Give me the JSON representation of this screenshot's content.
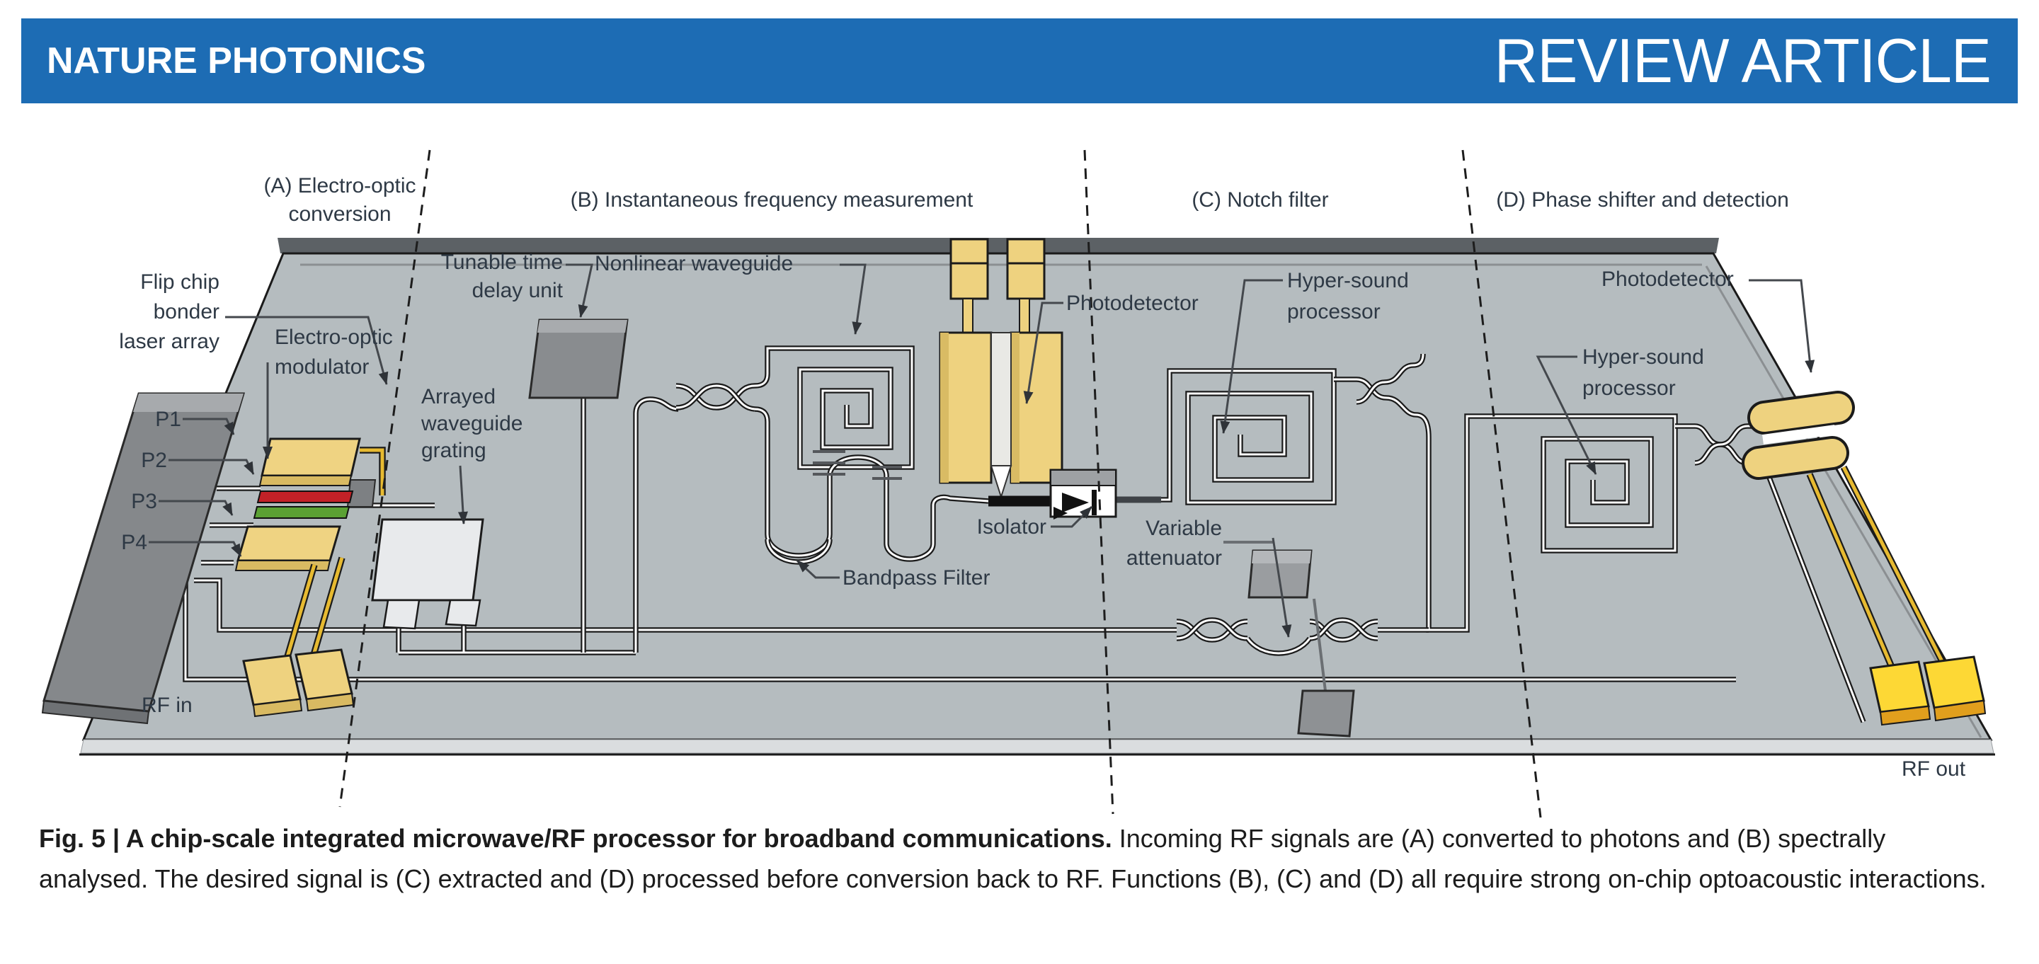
{
  "header": {
    "journal": "NATURE PHOTONICS",
    "article_type": "REVIEW ARTICLE"
  },
  "figure": {
    "section_labels": {
      "a1": "(A) Electro-optic",
      "a2": "conversion",
      "b": "(B) Instantaneous frequency measurement",
      "c": "(C) Notch filter",
      "d": "(D) Phase shifter and detection"
    },
    "labels": {
      "flip_chip": {
        "l1": "Flip chip",
        "l2": "bonder",
        "l3": "laser array"
      },
      "eom": {
        "l1": "Electro-optic",
        "l2": "modulator"
      },
      "ttd": {
        "l1": "Tunable time",
        "l2": "delay unit"
      },
      "awg": {
        "l1": "Arrayed",
        "l2": "waveguide",
        "l3": "grating"
      },
      "nonlinear_waveguide": "Nonlinear waveguide",
      "photodetector_b": "Photodetector",
      "bandpass": "Bandpass Filter",
      "isolator": "Isolator",
      "variable_attenuator": {
        "l1": "Variable",
        "l2": "attenuator"
      },
      "hyper_sound_c": {
        "l1": "Hyper-sound",
        "l2": "processor"
      },
      "hyper_sound_d": {
        "l1": "Hyper-sound",
        "l2": "processor"
      },
      "photodetector_d": "Photodetector",
      "ports": {
        "p1": "P1",
        "p2": "P2",
        "p3": "P3",
        "p4": "P4"
      },
      "rf_in": "RF in",
      "rf_out": "RF out"
    }
  },
  "caption": {
    "lead": "Fig. 5 | A chip-scale integrated microwave/RF processor for broadband communications.",
    "body": " Incoming RF signals are (A) converted to photons and (B) spectrally analysed. The desired signal is (C) extracted and (D) processed before conversion back to RF. Functions (B), (C) and (D) all require strong on-chip optoacoustic interactions."
  },
  "colors": {
    "header_blue": "#1d6cb4",
    "chip_surface": "#b5bcbf",
    "chip_back_edge": "#5c6165",
    "chip_front_face": "#dadddf",
    "component_grey": "#898c8f",
    "pale_yellow": "#eed27f",
    "bright_yellow": "#fdd835",
    "modulator_red": "#c32127",
    "modulator_green": "#5ba133",
    "awg_white": "#e8eaec",
    "label_text": "#2e3945"
  }
}
